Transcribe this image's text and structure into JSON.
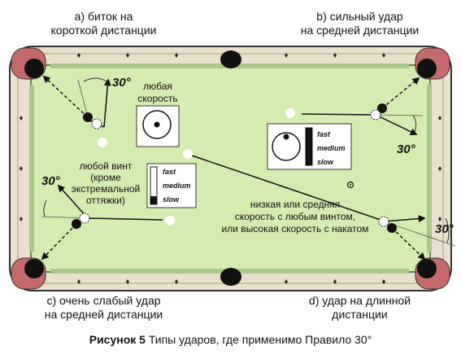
{
  "captions": {
    "a_line1": "a) биток на",
    "a_line2": "короткой дистанции",
    "b_line1": "b) сильный удар",
    "b_line2": "на средней дистанции",
    "c_line1": "c) очень слабый удар",
    "c_line2": "на средней дистанции",
    "d_line1": "d) удар на длинной",
    "d_line2": "дистанции"
  },
  "table_labels": {
    "any_speed_1": "любая",
    "any_speed_2": "скорость",
    "any_spin_1": "любой винт",
    "any_spin_2": "(кроме",
    "any_spin_3": "экстремальной",
    "any_spin_4": "оттяжки)",
    "long_1": "низкая или средняя",
    "long_2": "скорость с любым винтом,",
    "long_3": "или высокая скорость с накатом"
  },
  "angle_label": "30°",
  "speed_meter": {
    "fast": "fast",
    "medium": "medium",
    "slow": "slow"
  },
  "figure": {
    "number": "Рисунок 5",
    "caption": "Типы ударов, где применимо Правило 30°"
  },
  "colors": {
    "felt": "#d4ecb0",
    "rail": "#e9e0cd",
    "pocket": "#111111",
    "pocket_leather": "#c46a6a",
    "cushion": "#a8c88a"
  }
}
